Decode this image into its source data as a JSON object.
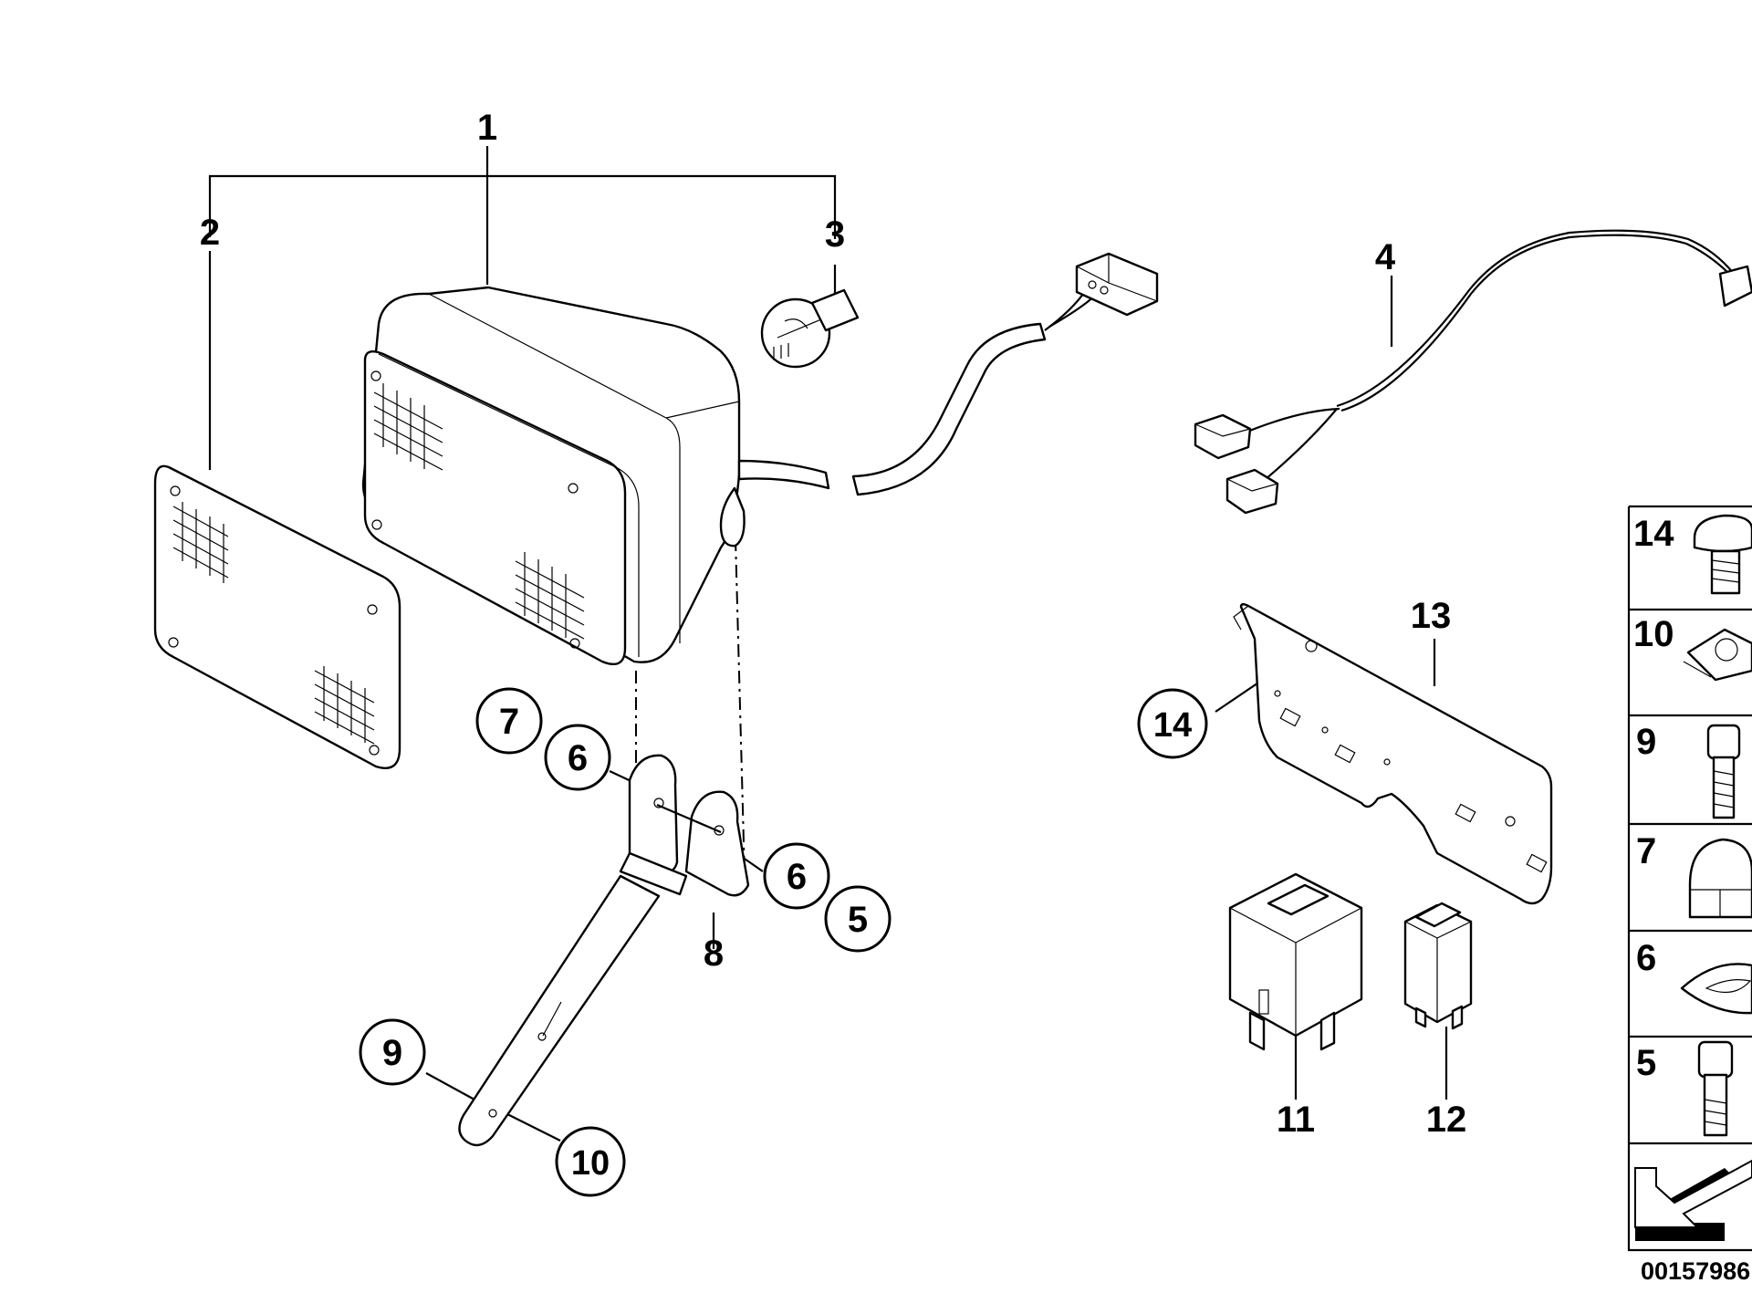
{
  "diagram_id": "00157986",
  "callouts": {
    "c1": "1",
    "c2": "2",
    "c3": "3",
    "c4": "4",
    "c8": "8",
    "c11": "11",
    "c12": "12",
    "c13": "13",
    "r7": "7",
    "r6a": "6",
    "r6b": "6",
    "r5": "5",
    "r9": "9",
    "r10": "10",
    "r14": "14"
  },
  "legend": [
    {
      "number": "14",
      "part": "screw-icon"
    },
    {
      "number": "10",
      "part": "clip-nut-icon"
    },
    {
      "number": "9",
      "part": "bolt-icon"
    },
    {
      "number": "7",
      "part": "cap-nut-icon"
    },
    {
      "number": "6",
      "part": "washer-icon"
    },
    {
      "number": "5",
      "part": "bolt-icon"
    }
  ]
}
